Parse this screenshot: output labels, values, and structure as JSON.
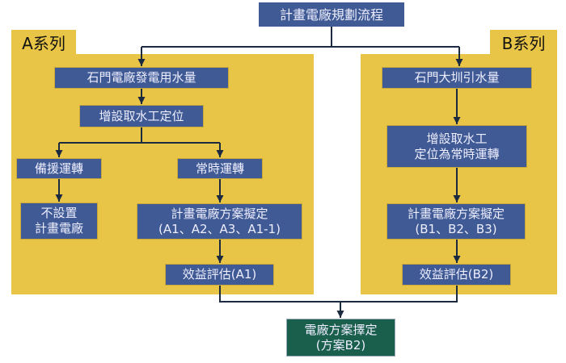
{
  "title": "計畫電廠規劃流程",
  "series_a": {
    "label": "A系列",
    "source": "石門電廠發電用水量",
    "intake": "增設取水工定位",
    "backup": "備援運轉",
    "regular": "常時運轉",
    "no_plant_line1": "不設置",
    "no_plant_line2": "計畫電廠",
    "plan_line1": "計畫電廠方案擬定",
    "plan_line2": "(A1、A2、A3、A1-1)",
    "eval": "效益評估(A1)"
  },
  "series_b": {
    "label": "B系列",
    "source": "石門大圳引水量",
    "intake_line1": "增設取水工",
    "intake_line2": "定位為常時運轉",
    "plan_line1": "計畫電廠方案擬定",
    "plan_line2": "(B1、B2、B3)",
    "eval": "效益評估(B2)"
  },
  "result": {
    "line1": "電廠方案擇定",
    "line2": "(方案B2)"
  },
  "colors": {
    "panel": "#e8c547",
    "box": "#3f5a94",
    "result": "#1a5e4c",
    "line": "#1c2a40"
  }
}
